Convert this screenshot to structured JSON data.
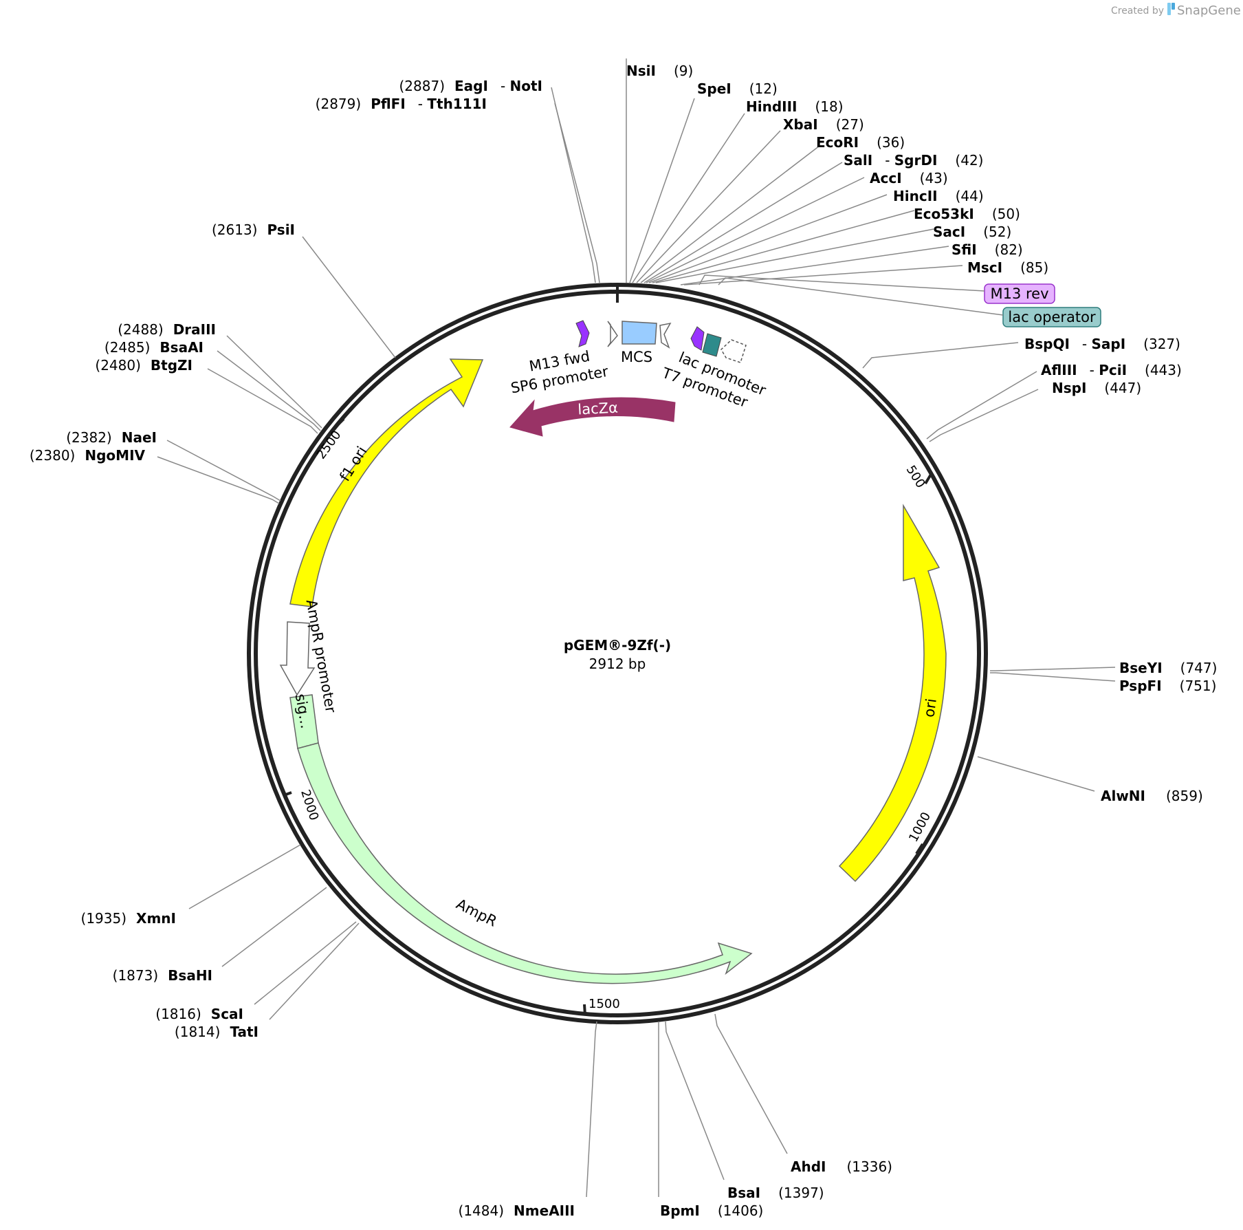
{
  "plasmid": {
    "name": "pGEM®-9Zf(-)",
    "length_label": "2912 bp"
  },
  "watermark": {
    "created_by": "Created by",
    "brand": "SnapGene"
  },
  "ticks": [
    "500",
    "1000",
    "1500",
    "2000",
    "2500"
  ],
  "enzymes_right": [
    {
      "name": "NsiI",
      "pos": "(9)"
    },
    {
      "name": "SpeI",
      "pos": "(12)"
    },
    {
      "name": "HindIII",
      "pos": "(18)"
    },
    {
      "name": "XbaI",
      "pos": "(27)"
    },
    {
      "name": "EcoRI",
      "pos": "(36)"
    },
    {
      "name": "SalI",
      "name2": "SgrDI",
      "pos": "(42)"
    },
    {
      "name": "AccI",
      "pos": "(43)"
    },
    {
      "name": "HincII",
      "pos": "(44)"
    },
    {
      "name": "Eco53kI",
      "pos": "(50)"
    },
    {
      "name": "SacI",
      "pos": "(52)"
    },
    {
      "name": "SfiI",
      "pos": "(82)"
    },
    {
      "name": "MscI",
      "pos": "(85)"
    },
    {
      "name": "BspQI",
      "name2": "SapI",
      "pos": "(327)"
    },
    {
      "name": "AflIII",
      "name2": "PciI",
      "pos": "(443)"
    },
    {
      "name": "NspI",
      "pos": "(447)"
    },
    {
      "name": "BseYI",
      "pos": "(747)"
    },
    {
      "name": "PspFI",
      "pos": "(751)"
    },
    {
      "name": "AlwNI",
      "pos": "(859)"
    },
    {
      "name": "AhdI",
      "pos": "(1336)"
    },
    {
      "name": "BsaI",
      "pos": "(1397)"
    },
    {
      "name": "BpmI",
      "pos": "(1406)"
    }
  ],
  "enzymes_left": [
    {
      "name": "EagI",
      "name2": "NotI",
      "pos": "(2887)"
    },
    {
      "name": "PflFI",
      "name2": "Tth111I",
      "pos": "(2879)"
    },
    {
      "name": "PsiI",
      "pos": "(2613)"
    },
    {
      "name": "DraIII",
      "pos": "(2488)"
    },
    {
      "name": "BsaAI",
      "pos": "(2485)"
    },
    {
      "name": "BtgZI",
      "pos": "(2480)"
    },
    {
      "name": "NaeI",
      "pos": "(2382)"
    },
    {
      "name": "NgoMIV",
      "pos": "(2380)"
    },
    {
      "name": "XmnI",
      "pos": "(1935)"
    },
    {
      "name": "BsaHI",
      "pos": "(1873)"
    },
    {
      "name": "ScaI",
      "pos": "(1816)"
    },
    {
      "name": "TatI",
      "pos": "(1814)"
    },
    {
      "name": "NmeAIII",
      "pos": "(1484)"
    }
  ],
  "features": {
    "ori": "ori",
    "f1_ori": "f1 ori",
    "ampr": "AmpR",
    "ampr_promoter": "AmpR promoter",
    "sig": "sig…",
    "lacz": "lacZα",
    "mcs": "MCS",
    "m13_fwd": "M13 fwd",
    "sp6_promoter": "SP6 promoter",
    "lac_promoter": "lac promoter",
    "t7_promoter": "T7 promoter",
    "m13_rev": "M13 rev",
    "lac_operator": "lac operator"
  },
  "colors": {
    "ori": "#ffff00",
    "ampr": "#ccffcc",
    "lacz": "#993366",
    "mcs": "#99ccff",
    "primer": "#9933ff",
    "lac_operator_box": "#99cccc",
    "m13_rev_box": "#e6b3ff",
    "operator_feature": "#2e8b8b"
  }
}
